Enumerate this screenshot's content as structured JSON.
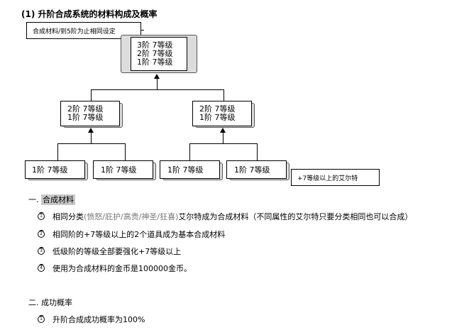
{
  "heading": "(1)  升阶合成系统的材料构成及概率",
  "callout_top": "合成材料/到5阶为止相同设定",
  "callout_right": "+7等级以上的艾尔特",
  "tree": {
    "root": [
      "3阶 7等级",
      "2阶 7等级",
      "1阶 7等级"
    ],
    "mid_left": [
      "2阶 7等级",
      "1阶 7等级"
    ],
    "mid_right": [
      "2阶 7等级",
      "1阶 7等级"
    ],
    "leaves": [
      "1阶 7等级",
      "1阶 7等级",
      "1阶 7等级",
      "1阶 7等级"
    ]
  },
  "section1": {
    "number": "一.",
    "title": "合成材料",
    "items": [
      {
        "marker": "1",
        "prefix": "相同分类",
        "paren": "(愤怒/庇护/高贵/神圣/狂喜)",
        "suffix": "艾尔特成为合成材料（不同属性的艾尔特只要分类相同也可以合成）"
      },
      {
        "marker": "2",
        "text": "相同阶的+7等级以上的2个道具成为基本合成材料"
      },
      {
        "marker": "3",
        "text": "低级阶的等级全部要强化+7等级以上"
      },
      {
        "marker": "4",
        "text": "使用为合成材料的金币是100000金币。"
      }
    ]
  },
  "section2": {
    "number": "二.",
    "title": "成功概率",
    "items": [
      {
        "marker": "1",
        "text": "升阶合成成功概率为100%"
      }
    ]
  }
}
